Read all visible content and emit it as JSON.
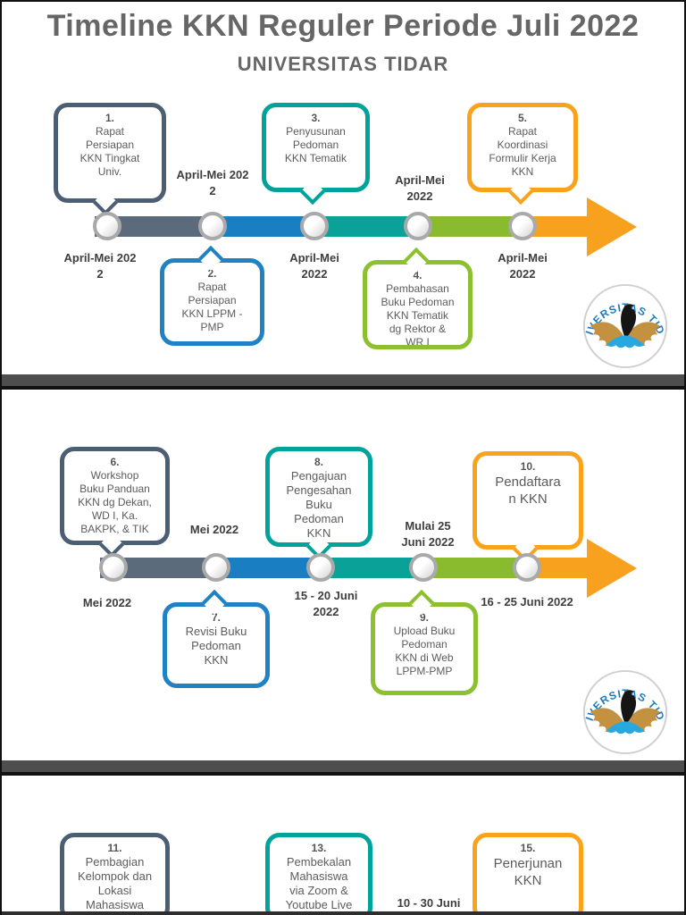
{
  "doc": {
    "title": "Timeline KKN Reguler Periode Juli 2022",
    "subtitle": "UNIVERSITAS TIDAR"
  },
  "logo": {
    "arc_text": "UNIVERSITAS TIDAR"
  },
  "timeline1": {
    "callouts": [
      {
        "num": "1.",
        "text": "Rapat\nPersiapan\nKKN Tingkat\nUniv."
      },
      {
        "num": "2.",
        "text": "Rapat\nPersiapan\nKKN LPPM -\nPMP"
      },
      {
        "num": "3.",
        "text": "Penyusunan\nPedoman\nKKN Tematik"
      },
      {
        "num": "4.",
        "text": "Pembahasan\nBuku Pedoman\nKKN Tematik\ndg Rektor &\nWR I"
      },
      {
        "num": "5.",
        "text": "Rapat\nKoordinasi\nFormulir Kerja\nKKN"
      }
    ],
    "dates": [
      "April-Mei 202\n2",
      "April-Mei 202\n2",
      "April-Mei\n2022",
      "April-Mei\n2022",
      "April-Mei\n2022"
    ]
  },
  "timeline2": {
    "callouts": [
      {
        "num": "6.",
        "text": "Workshop\nBuku Panduan\nKKN dg Dekan,\nWD I, Ka.\nBAKPK, & TIK"
      },
      {
        "num": "7.",
        "text": "Revisi Buku\nPedoman\nKKN"
      },
      {
        "num": "8.",
        "text": "Pengajuan\nPengesahan\nBuku\nPedoman\nKKN"
      },
      {
        "num": "9.",
        "text": "Upload Buku\nPedoman\nKKN di Web\nLPPM-PMP"
      },
      {
        "num": "10.",
        "text": "Pendaftara\nn KKN"
      }
    ],
    "dates": [
      "Mei 2022",
      "Mei 2022",
      "15 - 20 Juni\n2022",
      "Mulai 25\nJuni 2022",
      "16 - 25 Juni 2022"
    ]
  },
  "timeline3": {
    "callouts": [
      {
        "num": "11.",
        "text": "Pembagian\nKelompok dan\nLokasi\nMahasiswa"
      },
      {
        "num": "13.",
        "text": "Pembekalan\nMahasiswa\nvia Zoom &\nYoutube Live"
      },
      {
        "num": "15.",
        "text": "Penerjunan\nKKN"
      }
    ],
    "dates": [
      "10 - 30 Juni"
    ]
  },
  "colors": {
    "slate": "#4c5e74",
    "blue": "#1e82c4",
    "teal": "#00a39a",
    "green": "#8cc02f",
    "orange": "#f9a21c",
    "separator": "#4e4e4e",
    "title_gray": "#666666"
  }
}
